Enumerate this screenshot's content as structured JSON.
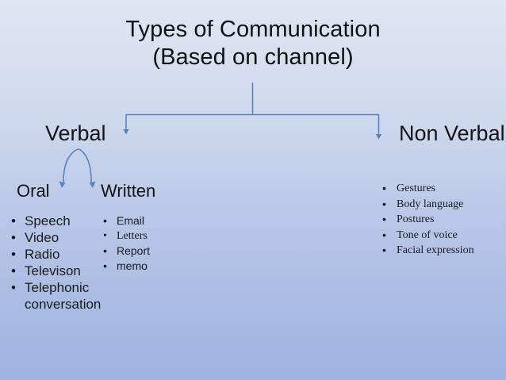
{
  "slide": {
    "title_line1": "Types of Communication",
    "title_line2": "(Based on channel)",
    "background_top_color": "#dfe4f2",
    "background_bottom_color": "#9fb4e1",
    "connector_color": "#5b83bf",
    "text_color": "#1a1a1a"
  },
  "branches": {
    "verbal": {
      "heading": "Verbal",
      "subbranches": {
        "oral": {
          "heading": "Oral",
          "items": [
            "Speech",
            "Video",
            "Radio",
            "Televison",
            "Telephonic conversation"
          ]
        },
        "written": {
          "heading": "Written",
          "items": [
            "Email",
            "Letters",
            "Report",
            "memo"
          ]
        }
      }
    },
    "nonverbal": {
      "heading": "Non Verbal",
      "items": [
        "Gestures",
        "Body language",
        "Postures",
        "Tone of voice",
        "Facial expression"
      ]
    }
  }
}
